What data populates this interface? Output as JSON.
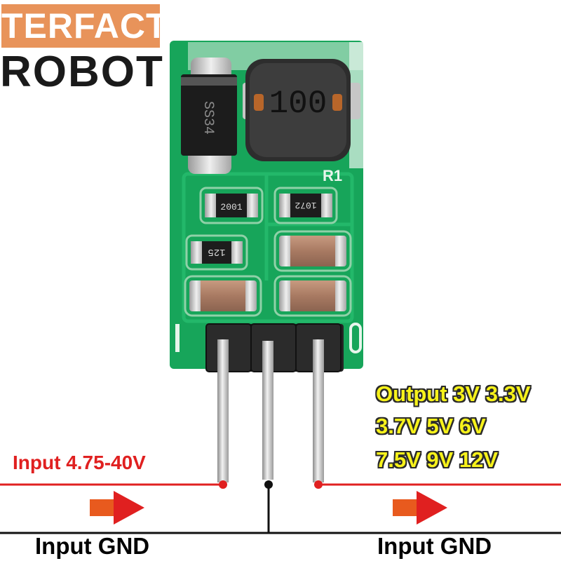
{
  "brand": {
    "line1": "TERFACT",
    "line2": "ROBOT"
  },
  "board": {
    "inductor_marking": "100",
    "diode_marking": "SS34",
    "resistor_top_left": "2001",
    "resistor_top_right": "1072",
    "resistor_mid_left": "125",
    "silkscreen_r1": "R1"
  },
  "labels": {
    "input_voltage": "Input 4.75-40V",
    "output_line1": "Output 3V 3.3V",
    "output_line2": "3.7V 5V 6V",
    "output_line3": "7.5V 9V 12V",
    "gnd_left": "Input GND",
    "gnd_right": "Input GND"
  },
  "colors": {
    "pcb_green": "#17a55a",
    "input_red": "#e02020",
    "output_yellow": "#f7f21a",
    "brand_orange": "#e8935a"
  }
}
